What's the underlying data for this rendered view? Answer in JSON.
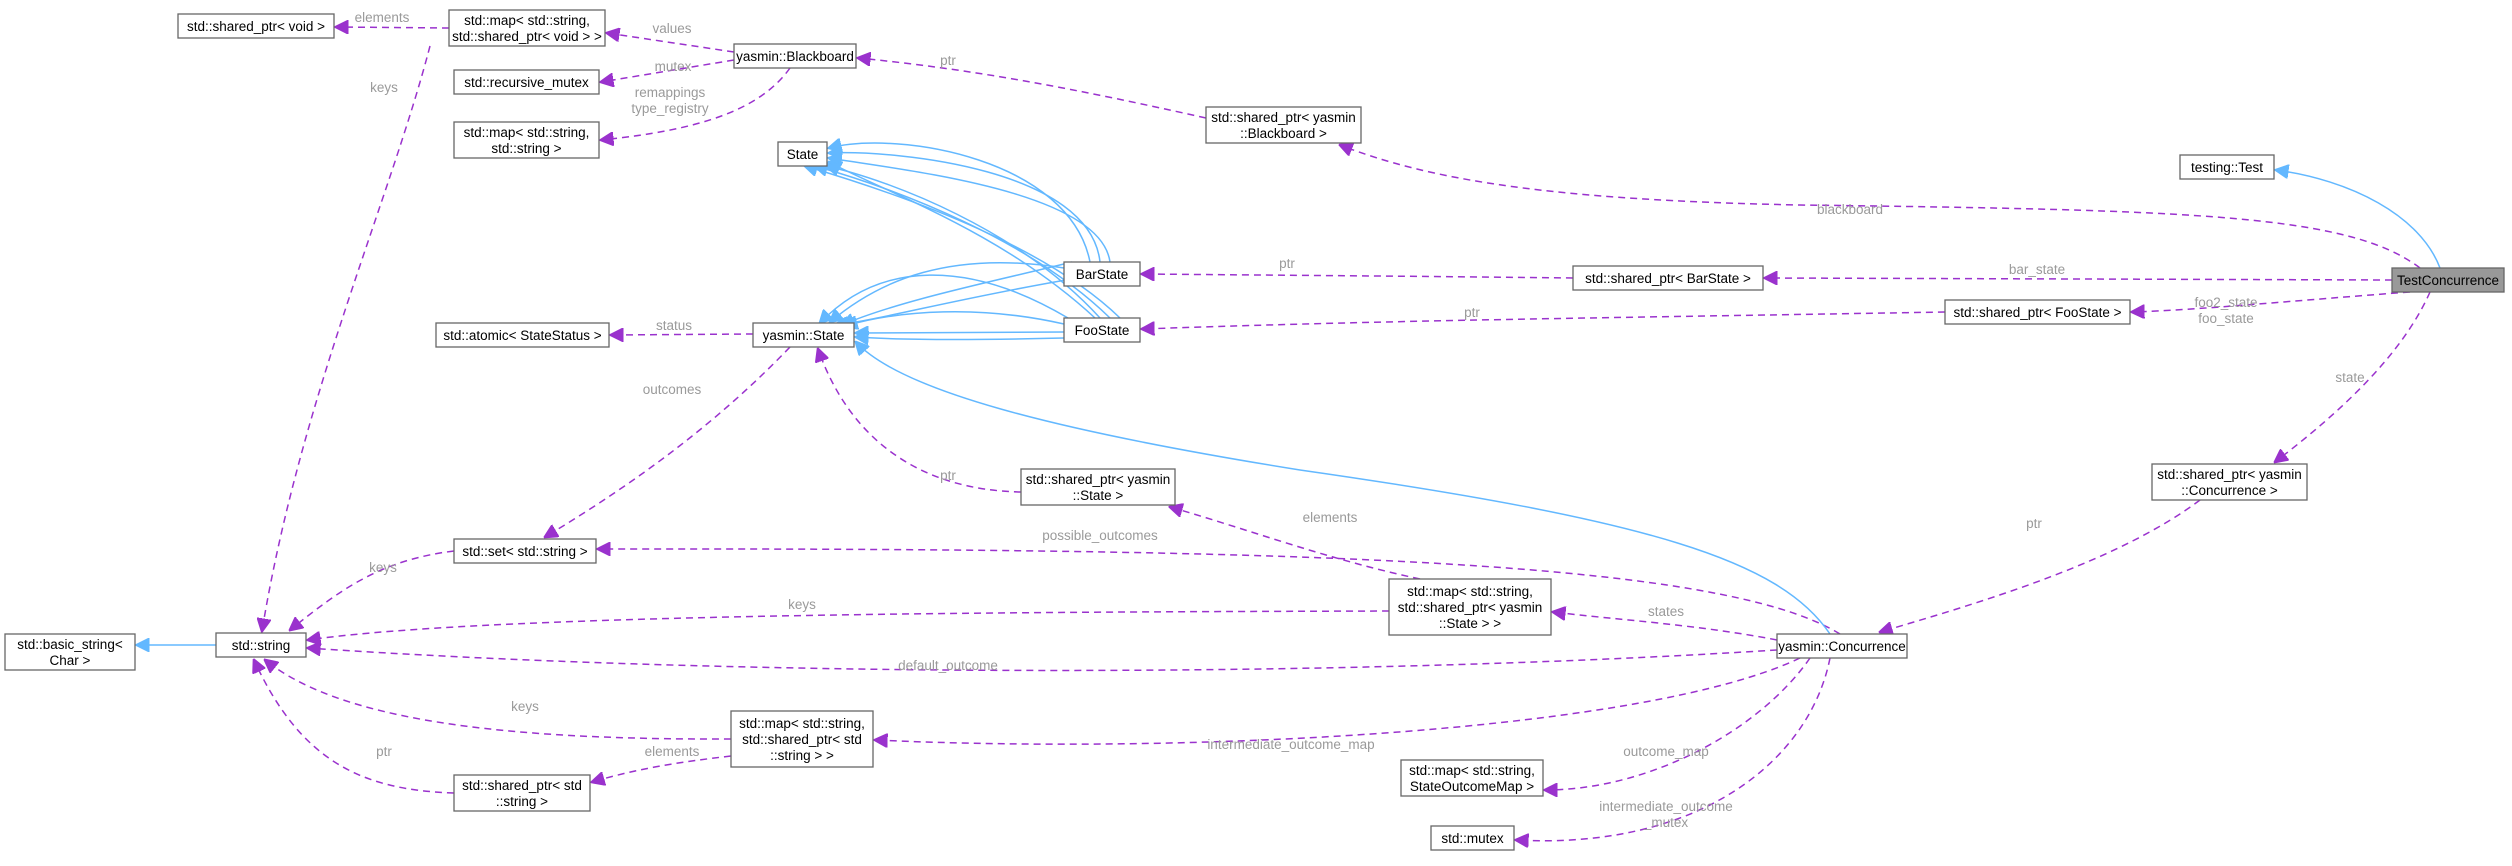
{
  "nodes": {
    "shared_ptr_void": [
      "std::shared_ptr< void >"
    ],
    "map_string_shared_void": [
      "std::map< std::string,",
      "std::shared_ptr< void > >"
    ],
    "recursive_mutex": [
      "std::recursive_mutex"
    ],
    "map_string_string": [
      "std::map< std::string,",
      "std::string >"
    ],
    "blackboard": [
      "yasmin::Blackboard"
    ],
    "shared_ptr_blackboard": [
      "std::shared_ptr< yasmin",
      "::Blackboard >"
    ],
    "testing_test": [
      "testing::Test"
    ],
    "test_concurrence": [
      "TestConcurrence"
    ],
    "state": [
      "State"
    ],
    "bar_state": [
      "BarState"
    ],
    "shared_ptr_barstate": [
      "std::shared_ptr< BarState >"
    ],
    "foo_state": [
      "FooState"
    ],
    "shared_ptr_foostate": [
      "std::shared_ptr< FooState >"
    ],
    "atomic_status": [
      "std::atomic< StateStatus >"
    ],
    "yasmin_state": [
      "yasmin::State"
    ],
    "shared_ptr_yasmin_state": [
      "std::shared_ptr< yasmin",
      "::State >"
    ],
    "shared_ptr_concurrence": [
      "std::shared_ptr< yasmin",
      "::Concurrence >"
    ],
    "set_string": [
      "std::set< std::string >"
    ],
    "basic_string": [
      "std::basic_string<",
      "Char >"
    ],
    "std_string": [
      "std::string"
    ],
    "map_string_shared_state": [
      "std::map< std::string,",
      "std::shared_ptr< yasmin",
      "::State > >"
    ],
    "concurrence": [
      "yasmin::Concurrence"
    ],
    "map_string_shared_string": [
      "std::map< std::string,",
      "std::shared_ptr< std",
      "::string > >"
    ],
    "shared_ptr_std_string": [
      "std::shared_ptr< std",
      "::string >"
    ],
    "map_string_outcome": [
      "std::map< std::string,",
      "StateOutcomeMap >"
    ],
    "std_mutex": [
      "std::mutex"
    ]
  },
  "edge_labels": {
    "elements_void": [
      "elements"
    ],
    "values": [
      "values"
    ],
    "mutex": [
      "mutex"
    ],
    "remappings": [
      "remappings",
      "type_registry"
    ],
    "ptr_blackboard": [
      "ptr"
    ],
    "keys_map_void": [
      "keys"
    ],
    "blackboard": [
      "blackboard"
    ],
    "ptr_barstate": [
      "ptr"
    ],
    "bar_state": [
      "bar_state"
    ],
    "foo_states": [
      "foo2_state",
      "foo_state"
    ],
    "ptr_foostate": [
      "ptr"
    ],
    "status": [
      "status"
    ],
    "outcomes": [
      "outcomes"
    ],
    "ptr_yasmin_state": [
      "ptr"
    ],
    "elements_state": [
      "elements"
    ],
    "state": [
      "state"
    ],
    "ptr_concurrence": [
      "ptr"
    ],
    "keys_set": [
      "keys"
    ],
    "possible_outcomes": [
      "possible_outcomes"
    ],
    "keys_map_state": [
      "keys"
    ],
    "states": [
      "states"
    ],
    "default_outcome": [
      "default_outcome"
    ],
    "keys_map_string": [
      "keys"
    ],
    "elements_string": [
      "elements"
    ],
    "intermediate_outcome_map": [
      "intermediate_outcome_map"
    ],
    "ptr_std_string": [
      "ptr"
    ],
    "outcome_map": [
      "outcome_map"
    ],
    "intermediate_outcome_mutex": [
      "intermediate_outcome",
      "_mutex"
    ]
  },
  "colors": {
    "inheritance_edge": "#63b8ff",
    "usage_edge": "#9a32cd",
    "edge_label": "#9a9a9a",
    "node_border": "#666666",
    "highlight_fill": "#999999"
  }
}
